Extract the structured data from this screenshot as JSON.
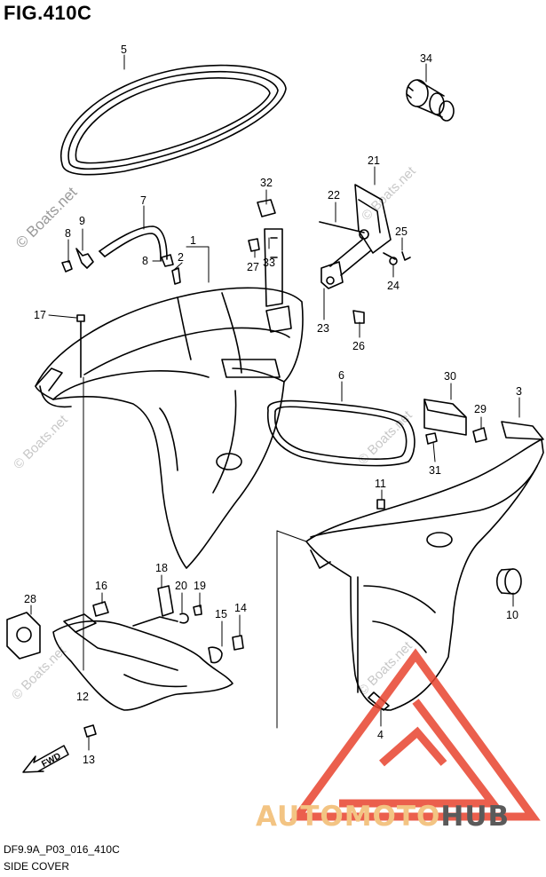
{
  "title": "FIG.410C",
  "footer": {
    "code": "DF9.9A_P03_016_410C",
    "name": "SIDE COVER"
  },
  "watermark": {
    "main": "© Boats.net",
    "faint": "© Boats.net"
  },
  "fwd_label": "FWD",
  "brand": {
    "part1": "AUTOMOTO",
    "part2": "HUB",
    "color_primary": "#f3c483",
    "color_secondary": "#5a5a5a",
    "triangle_color": "#e8442f"
  },
  "callouts": {
    "c1": "1",
    "c2": "2",
    "c3": "3",
    "c4": "4",
    "c5": "5",
    "c6": "6",
    "c7": "7",
    "c8a": "8",
    "c8b": "8",
    "c9": "9",
    "c10": "10",
    "c11": "11",
    "c12": "12",
    "c13": "13",
    "c14": "14",
    "c15": "15",
    "c16": "16",
    "c17": "17",
    "c18": "18",
    "c19": "19",
    "c20": "20",
    "c21": "21",
    "c22": "22",
    "c23": "23",
    "c24": "24",
    "c25": "25",
    "c26": "26",
    "c27": "27",
    "c28": "28",
    "c29": "29",
    "c30": "30",
    "c31": "31",
    "c32": "32",
    "c33": "33",
    "c34": "34"
  }
}
